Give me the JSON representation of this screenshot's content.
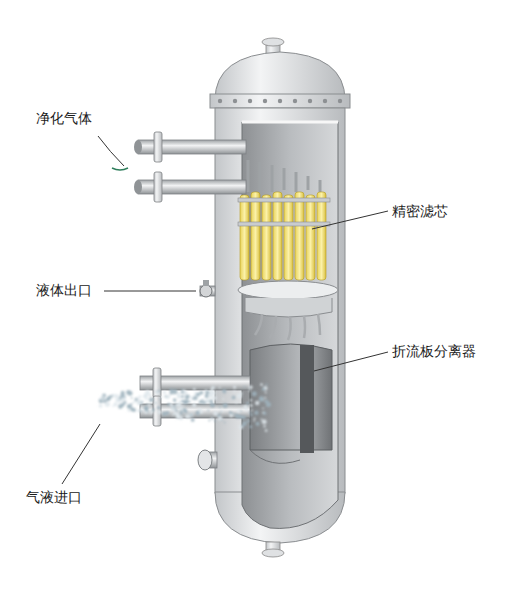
{
  "diagram": {
    "labels": [
      "净化气体",
      "精密滤芯",
      "液体出口",
      "折流板分离器",
      "气液进口"
    ]
  }
}
